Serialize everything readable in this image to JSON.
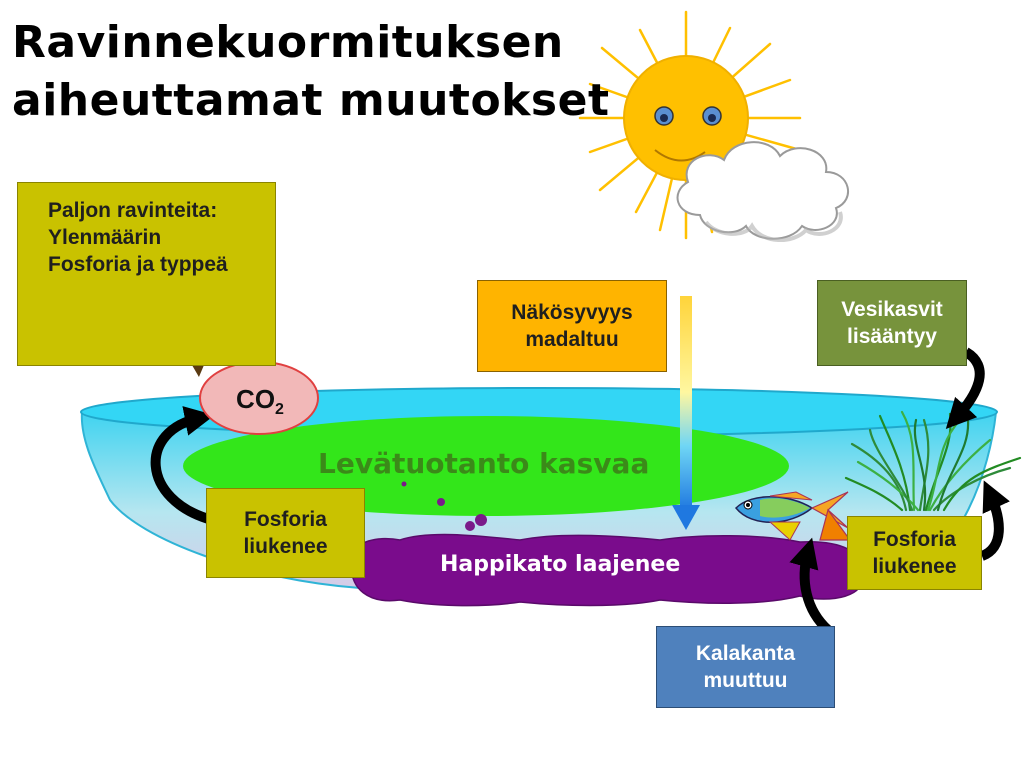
{
  "title": {
    "line1": "Ravinnekuormituksen",
    "line2": "aiheuttamat muutokset"
  },
  "nutrients_box": {
    "line1": "Paljon ravinteita:",
    "line2": "Ylenmäärin",
    "line3": "Fosforia ja typpeä"
  },
  "co2": {
    "main": "CO",
    "sub": "2"
  },
  "visibility_box": {
    "line1": "Näkösyvyys",
    "line2": "madaltuu"
  },
  "plants_box": {
    "line1": "Vesikasvit",
    "line2": "lisääntyy"
  },
  "algae_label": "Levätuotanto kasvaa",
  "anoxia_label": "Happikato laajenee",
  "phosphorus_left": {
    "line1": "Fosforia",
    "line2": "liukenee"
  },
  "phosphorus_right": {
    "line1": "Fosforia",
    "line2": "liukenee"
  },
  "fish_box": {
    "line1": "Kalakanta",
    "line2": "muuttuu"
  },
  "colors": {
    "water_top": "#33d6f5",
    "water_side": "#7ee3f5",
    "algae": "#33e61a",
    "anoxia": "#7a0c8c",
    "nutrient_box": "#c9c200",
    "visibility_box": "#ffb400",
    "plants_box": "#77933c",
    "fish_box": "#4f81bd",
    "co2_fill": "#f2b8b8",
    "sun": "#ffc000"
  },
  "icons": [
    "sun-icon",
    "cloud-icon",
    "fish-icon",
    "water-plants-icon",
    "arrow-icon"
  ]
}
